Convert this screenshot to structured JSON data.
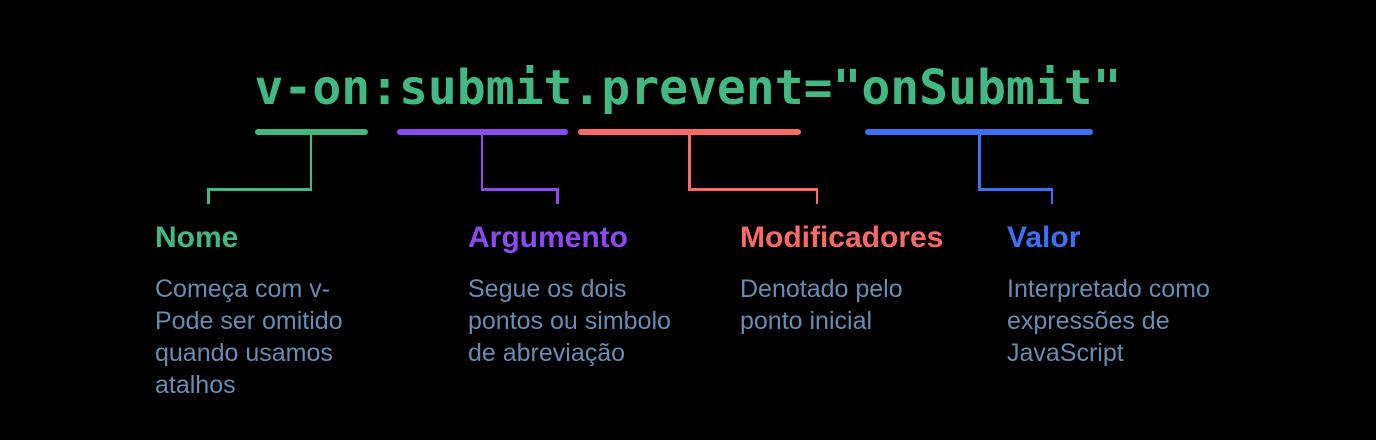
{
  "background": "#000000",
  "description_color": "#6a8cb0",
  "code": {
    "text": "v-on:submit.prevent=\"onSubmit\"",
    "color": "#42b883"
  },
  "segments": [
    {
      "id": "name",
      "token": "v-on",
      "label": "Nome",
      "description": "Começa com v-\nPode ser omitido\nquando usamos\natalhos",
      "color": "#42b883"
    },
    {
      "id": "argument",
      "token": "submit",
      "label": "Argumento",
      "description": "Segue os dois\npontos ou simbolo\nde abreviação",
      "color": "#8b4bf0"
    },
    {
      "id": "modifiers",
      "token": ".prevent",
      "label": "Modificadores",
      "description": "Denotado pelo\nponto inicial",
      "color": "#fb6a68"
    },
    {
      "id": "value",
      "token": "onSubmit",
      "label": "Valor",
      "description": "Interpretado como\nexpressões de\nJavaScript",
      "color": "#3e70f3"
    }
  ]
}
